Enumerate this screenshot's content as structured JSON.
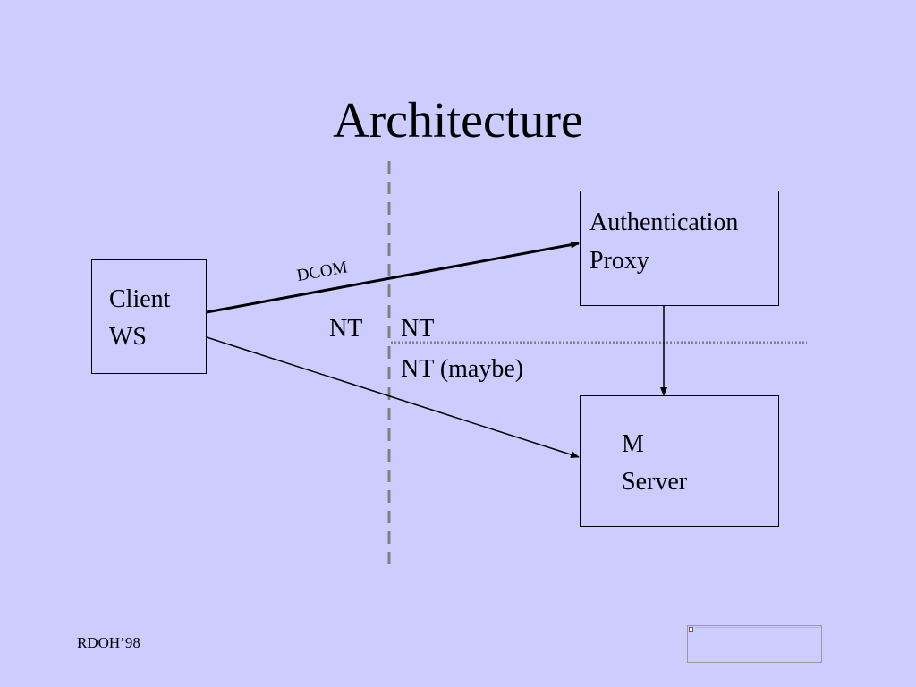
{
  "slide": {
    "title": "Architecture",
    "footer": "RDOH’98"
  },
  "diagram": {
    "client": {
      "line1": "Client",
      "line2": "WS"
    },
    "auth_proxy": {
      "line1": "Authentication",
      "line2": "Proxy"
    },
    "m_server": {
      "line1": "M",
      "line2": "Server"
    },
    "dcom_label": "DCOM",
    "nt_left": "NT",
    "nt_right": "NT",
    "nt_maybe": "NT (maybe)"
  },
  "colors": {
    "background": "#ccccff",
    "divider": "#808080"
  }
}
